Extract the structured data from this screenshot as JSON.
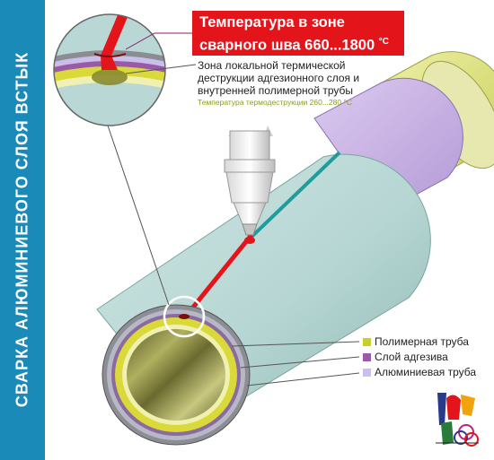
{
  "side_title": "СВАРКА АЛЮМИНИЕВОГО СЛОЯ ВСТЫК",
  "temperature_callout": {
    "line1": "Температура в зоне",
    "line2": "сварного шва 660...1800",
    "unit": "°C"
  },
  "zone_callout": {
    "text": "Зона локальной термической деструкции адгезионного слоя и внутренней полимерной трубы",
    "subtext": "Температура термодеструкции 260...280 °C"
  },
  "legend": [
    {
      "label": "Полимерная труба",
      "color": "#c9cf2a"
    },
    {
      "label": "Слой адгезива",
      "color": "#9b5aa8"
    },
    {
      "label": "Алюминиевая труба",
      "color": "#c8c0ea"
    }
  ],
  "colors": {
    "side_band": "#1a8ab8",
    "weld_line": "#e4141b",
    "polymer_tube": "#c9cf2a",
    "adhesive": "#9b5aa8",
    "aluminium": "#c8c0ea",
    "outer_tube": "#b8d9d6"
  },
  "icons": {
    "welding_torch": "welding-torch-icon",
    "logo": "company-logo-icon"
  }
}
